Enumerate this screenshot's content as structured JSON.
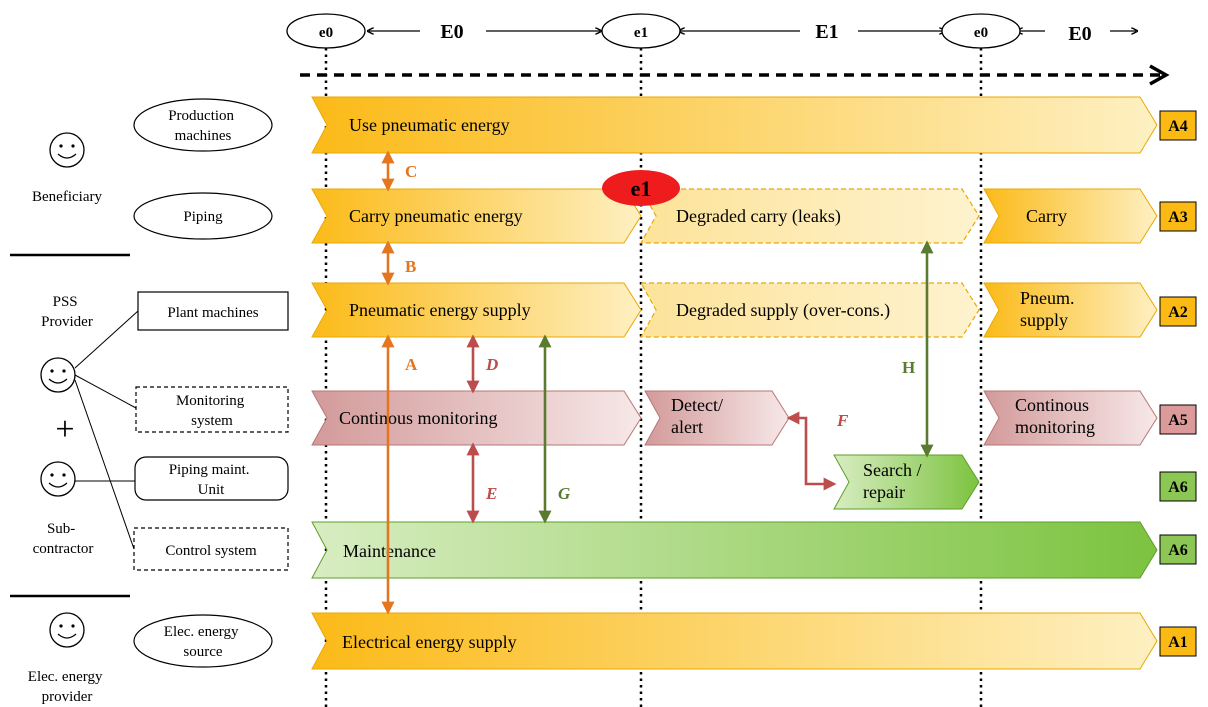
{
  "timeline": {
    "events": [
      "e0",
      "e1",
      "e0"
    ],
    "phases": [
      "E0",
      "E1",
      "E0"
    ]
  },
  "actors": {
    "beneficiary": "Beneficiary",
    "pss_provider": "PSS\nProvider",
    "plus": "+",
    "subcontractor": "Sub-\ncontractor",
    "elec_provider": "Elec. energy\nprovider"
  },
  "components": {
    "production_machines": "Production\nmachines",
    "piping": "Piping",
    "plant_machines": "Plant machines",
    "monitoring_system": "Monitoring\nsystem",
    "piping_maint_unit": "Piping maint.\nUnit",
    "control_system": "Control system",
    "elec_energy_source": "Elec. energy\nsource"
  },
  "activities": {
    "use_pneumatic": "Use pneumatic energy",
    "carry_pneumatic": "Carry pneumatic energy",
    "degraded_carry": "Degraded carry (leaks)",
    "carry": "Carry",
    "pneumatic_supply": "Pneumatic energy supply",
    "degraded_supply": "Degraded supply (over-cons.)",
    "pneum_supply": "Pneum.\nsupply",
    "continous_monitoring": "Continous monitoring",
    "detect_alert": "Detect/\nalert",
    "continous_monitoring_2": "Continous\nmonitoring",
    "search_repair": "Search /\nrepair",
    "maintenance": "Maintenance",
    "electrical_supply": "Electrical energy supply"
  },
  "event_marker": "e1",
  "row_labels": [
    "A4",
    "A3",
    "A2",
    "A5",
    "A6",
    "A6",
    "A1"
  ],
  "links": [
    "A",
    "B",
    "C",
    "D",
    "E",
    "F",
    "G",
    "H"
  ],
  "colors": {
    "yellow_light": "#fde9a6",
    "yellow_dark": "#fbb914",
    "pink_light": "#f4e1e1",
    "pink_dark": "#cf9292",
    "green_light": "#d7ebbf",
    "green_dark": "#7cc23e",
    "orange_arrow": "#e3761f",
    "red_arrow": "#bd4c4c",
    "green_arrow": "#5a7a30",
    "event_red": "#ee1c1c",
    "label_a5": "#dc9a9a",
    "label_green": "#8cc654",
    "label_yellow": "#fbb914"
  }
}
